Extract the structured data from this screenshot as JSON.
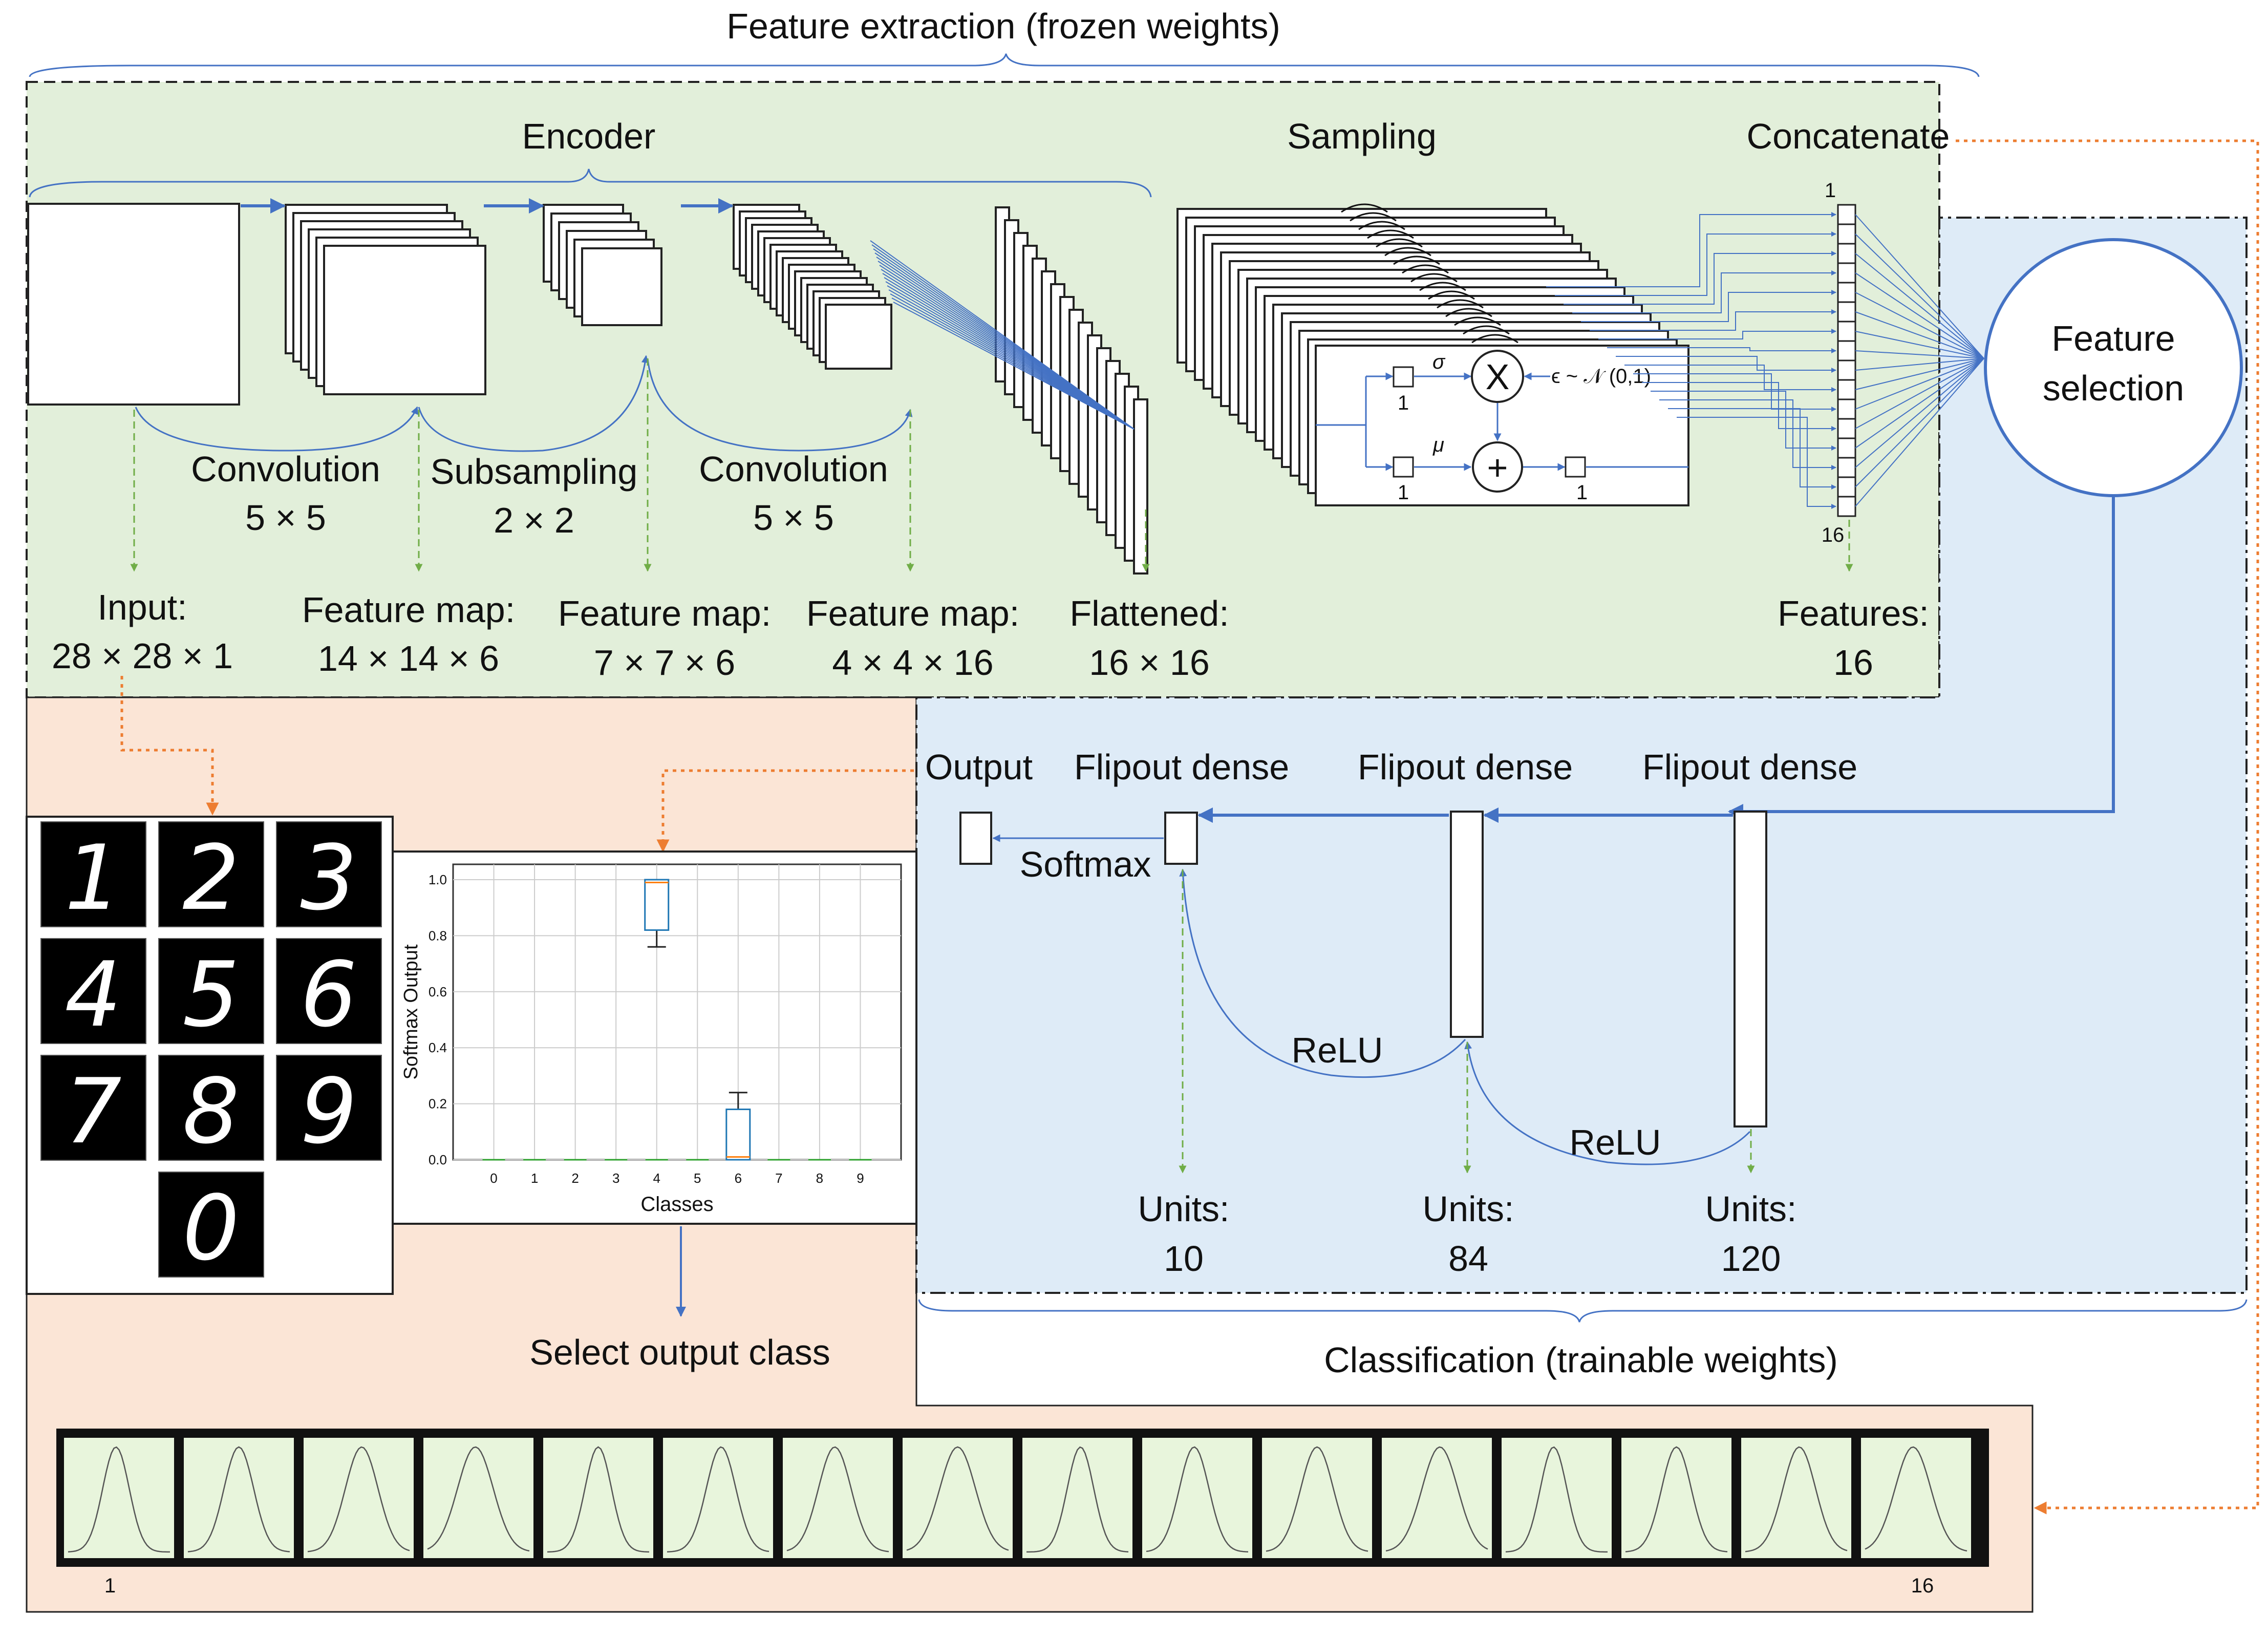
{
  "titles": {
    "feature_extraction": "Feature extraction (frozen weights)",
    "classification": "Classification (trainable weights)",
    "encoder": "Encoder",
    "sampling": "Sampling",
    "concatenate": "Concatenate",
    "select_output": "Select output class"
  },
  "encoder_ops": [
    {
      "name": "Convolution",
      "size": "5 × 5"
    },
    {
      "name": "Subsampling",
      "size": "2 × 2"
    },
    {
      "name": "Convolution",
      "size": "5 × 5"
    }
  ],
  "shapes": [
    {
      "label": "Input:",
      "value": "28 × 28 × 1"
    },
    {
      "label": "Feature map:",
      "value": "14 × 14 × 6"
    },
    {
      "label": "Feature map:",
      "value": "7 × 7 × 6"
    },
    {
      "label": "Feature map:",
      "value": "4 × 4 × 16"
    },
    {
      "label": "Flattened:",
      "value": "16 × 16"
    },
    {
      "label": "Features:",
      "value": "16"
    }
  ],
  "concat_index": {
    "first": "1",
    "last": "16"
  },
  "sampling_box": {
    "sigma": "σ",
    "mu": "μ",
    "one": "1",
    "times": "X",
    "plus": "+",
    "epsilon": "ϵ ~ 𝒩 (0,1)"
  },
  "feature_selection": {
    "line1": "Feature",
    "line2": "selection"
  },
  "classifier": {
    "output": "Output",
    "softmax": "Softmax",
    "layer_name": "Flipout dense",
    "activations": [
      "ReLU",
      "ReLU"
    ],
    "units_label": "Units:",
    "units": [
      "10",
      "84",
      "120"
    ]
  },
  "chart_data": {
    "type": "box",
    "xlabel": "Classes",
    "ylabel": "Softmax Output",
    "categories": [
      "0",
      "1",
      "2",
      "3",
      "4",
      "5",
      "6",
      "7",
      "8",
      "9"
    ],
    "ylim": [
      0.0,
      1.0
    ],
    "yticks": [
      "0.0",
      "0.2",
      "0.4",
      "0.6",
      "0.8",
      "1.0"
    ],
    "boxes": [
      {
        "class": "4",
        "whisker_low": 0.76,
        "q1": 0.82,
        "median": 0.99,
        "q3": 1.0,
        "whisker_high": 1.0
      },
      {
        "class": "6",
        "whisker_low": 0.0,
        "q1": 0.0,
        "median": 0.01,
        "q3": 0.18,
        "whisker_high": 0.24
      }
    ],
    "grid": true
  },
  "digits": [
    "1",
    "2",
    "3",
    "4",
    "5",
    "6",
    "7",
    "8",
    "9",
    "0"
  ],
  "feature_strip": {
    "first": "1",
    "last": "16",
    "count": 16
  },
  "colors": {
    "extraction_bg": "#e2efda",
    "classification_bg": "#deebf7",
    "output_bg": "#fbe5d6",
    "arrow_blue": "#4472c4",
    "arrow_green": "#70ad47",
    "arrow_orange": "#ed7d31"
  }
}
